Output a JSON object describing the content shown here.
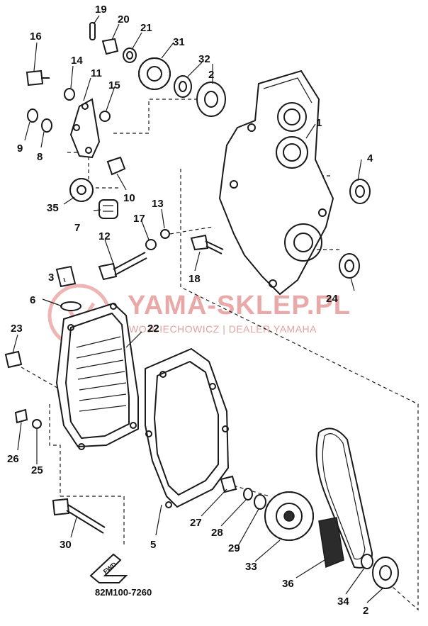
{
  "watermark": {
    "title": "YAMA-SKLEP.PL",
    "subtitle": "WOJCIECHOWICZ | DEALER YAMAHA",
    "color": "#e8a0a0"
  },
  "diagram_code": "82M100-7260",
  "fwd_label": "FWD",
  "callouts": [
    "1",
    "2",
    "3",
    "4",
    "5",
    "6",
    "7",
    "8",
    "9",
    "10",
    "11",
    "12",
    "13",
    "14",
    "15",
    "16",
    "17",
    "18",
    "19",
    "20",
    "21",
    "22",
    "23",
    "24",
    "25",
    "26",
    "27",
    "28",
    "29",
    "30",
    "31",
    "32",
    "33",
    "34",
    "35",
    "36",
    "2"
  ]
}
